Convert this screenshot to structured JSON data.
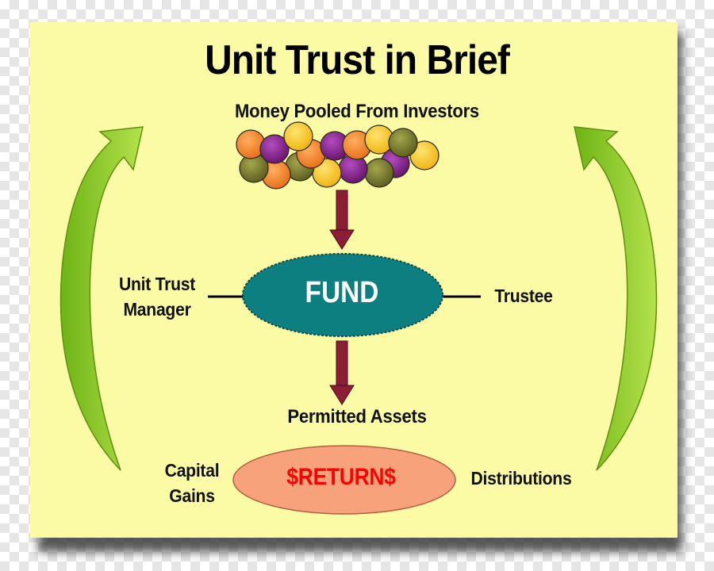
{
  "title": "Unit Trust in Brief",
  "pool_label": "Money Pooled From Investors",
  "manager_label": [
    "Unit Trust",
    "Manager"
  ],
  "trustee_label": "Trustee",
  "fund_label": "FUND",
  "assets_label": "Permitted Assets",
  "returns_label": "$RETURN$",
  "capital_gains_label": [
    "Capital",
    "Gains"
  ],
  "distributions_label": "Distributions",
  "colors": {
    "background": "#fbfba5",
    "fund_fill": "#0e7f80",
    "returns_fill": "#f8a27c",
    "returns_text": "#ff0000",
    "flow_arrow": "#8b1d36",
    "loop_arrow": "#8ccf1c",
    "coin_colors": [
      "#f07e1e",
      "#7a1f80",
      "#f4c21c",
      "#75782a"
    ]
  },
  "icons": {
    "coins": "coin-pile-icon",
    "loop_arrows": "curved-arrow-icon",
    "flow_arrows": "down-arrow-icon"
  }
}
